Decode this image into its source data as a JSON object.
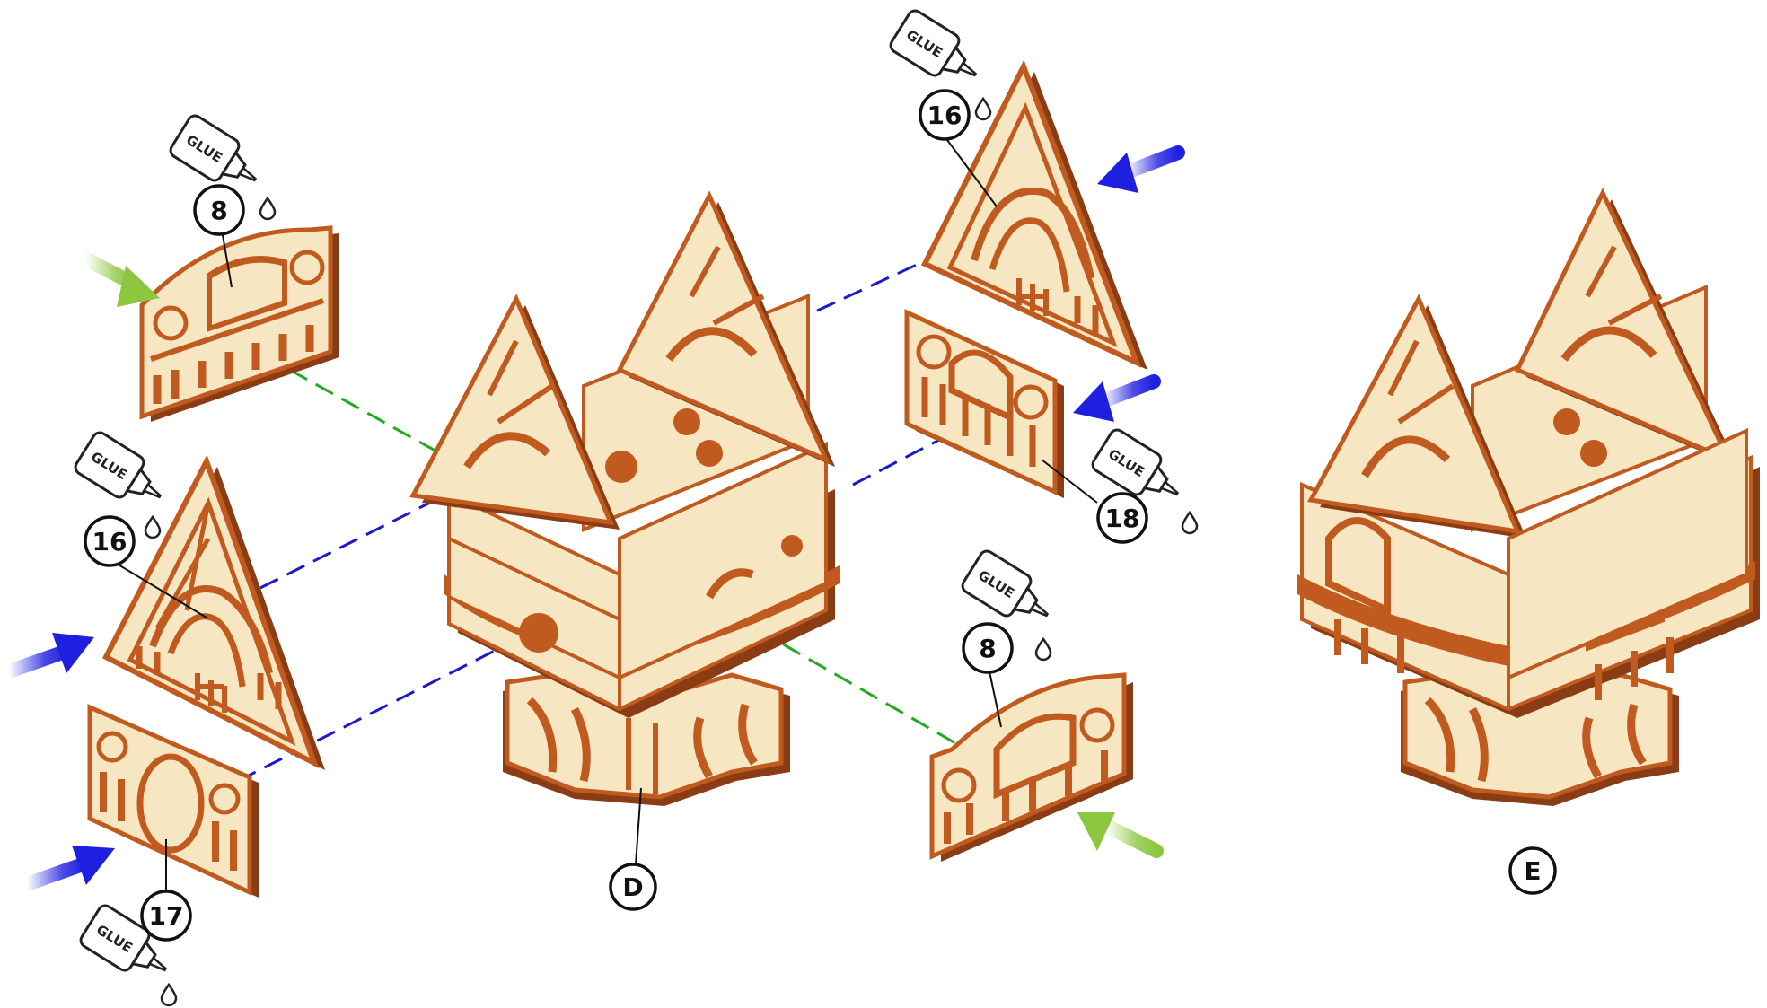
{
  "diagram": {
    "glue_label": "GLUE",
    "callouts": {
      "c8_left": "8",
      "c16_left": "16",
      "c17": "17",
      "c16_right": "16",
      "c18": "18",
      "c8_right": "8",
      "assembly_d": "D",
      "assembly_e": "E"
    }
  },
  "colors": {
    "wood_face": "#f6e6c2",
    "wood_edge": "#c05a1e",
    "wood_dark": "#8a3c14",
    "arrow_blue": "#1f1fe0",
    "arrow_green": "#8dc63f",
    "dash_blue": "#1a1acc",
    "dash_green": "#22aa22"
  }
}
